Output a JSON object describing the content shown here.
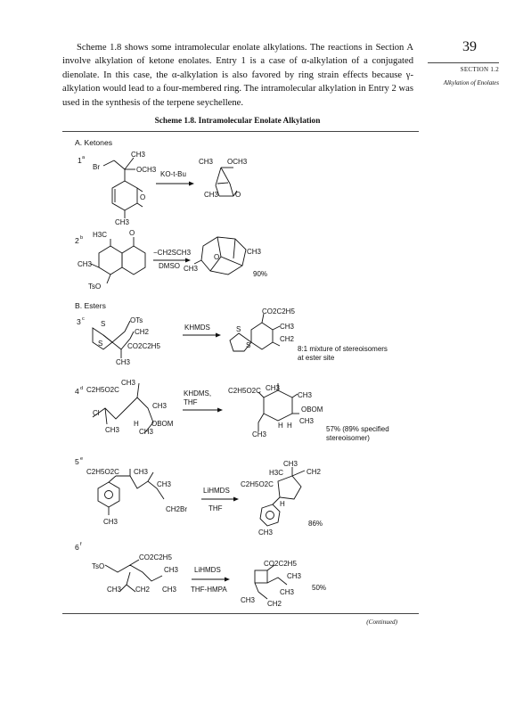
{
  "page": {
    "number": "39",
    "section_label": "SECTION 1.2",
    "section_title": "Alkylation of Enolates",
    "continued": "(Continued)"
  },
  "intro": {
    "text": "Scheme 1.8 shows some intramolecular enolate alkylations. The reactions in Section A involve alkylation of ketone enolates. Entry 1 is a case of α-alkylation of a conjugated dienolate. In this case, the α-alkylation is also favored by ring strain effects because γ-alkylation would lead to a four-membered ring. The intramolecular alkylation in Entry 2 was used in the synthesis of the terpene seychellene."
  },
  "scheme": {
    "title": "Scheme 1.8. Intramolecular Enolate Alkylation",
    "sections": {
      "a": "A.  Ketones",
      "b": "B.  Esters"
    },
    "entries": [
      {
        "id": "1",
        "sup": "a",
        "reagent_top": "KO-t-Bu",
        "reagent_bottom": "",
        "yield": "",
        "sm_labels": [
          "Br",
          "CH3",
          "OCH3",
          "O",
          "CH3"
        ],
        "product_labels": [
          "CH3",
          "OCH3",
          "CH3",
          "O"
        ]
      },
      {
        "id": "2",
        "sup": "b",
        "reagent_top": "−CH2SCH3",
        "reagent_bottom": "DMSO",
        "yield": "90%",
        "sm_labels": [
          "H3C",
          "O",
          "CH3",
          "TsO"
        ],
        "product_labels": [
          "O",
          "CH3",
          "CH3"
        ]
      },
      {
        "id": "3",
        "sup": "c",
        "reagent_top": "KHMDS",
        "reagent_bottom": "",
        "yield": "8:1 mixture of stereoisomers at ester site",
        "sm_labels": [
          "S",
          "S",
          "OTs",
          "CH2",
          "CO2C2H5",
          "CH3"
        ],
        "product_labels": [
          "S",
          "S",
          "CO2C2H5",
          "CH3",
          "CH2"
        ]
      },
      {
        "id": "4",
        "sup": "d",
        "reagent_top": "KHDMS,",
        "reagent_bottom": "THF",
        "yield": "57% (89% specified stereoisomer)",
        "sm_labels": [
          "C2H5O2C",
          "CH3",
          "CH3",
          "Cl",
          "CH3",
          "H",
          "CH3",
          "OBOM"
        ],
        "product_labels": [
          "C2H5O2C",
          "CH3",
          "CH3",
          "OBOM",
          "CH3",
          "H",
          "H",
          "CH3"
        ]
      },
      {
        "id": "5",
        "sup": "e",
        "reagent_top": "LiHMDS",
        "reagent_bottom": "THF",
        "yield": "86%",
        "sm_labels": [
          "C2H5O2C",
          "CH3",
          "CH3",
          "CH2Br",
          "CH3"
        ],
        "product_labels": [
          "CH3",
          "H3C",
          "CH2",
          "C2H5O2C",
          "H",
          "CH3"
        ]
      },
      {
        "id": "6",
        "sup": "f",
        "reagent_top": "LiHMDS",
        "reagent_bottom": "THF-HMPA",
        "yield": "50%",
        "sm_labels": [
          "CO2C2H5",
          "TsO",
          "CH3",
          "CH3",
          "CH2",
          "CH3"
        ],
        "product_labels": [
          "CO2C2H5",
          "CH3",
          "CH3",
          "CH3",
          "CH2"
        ]
      }
    ]
  }
}
